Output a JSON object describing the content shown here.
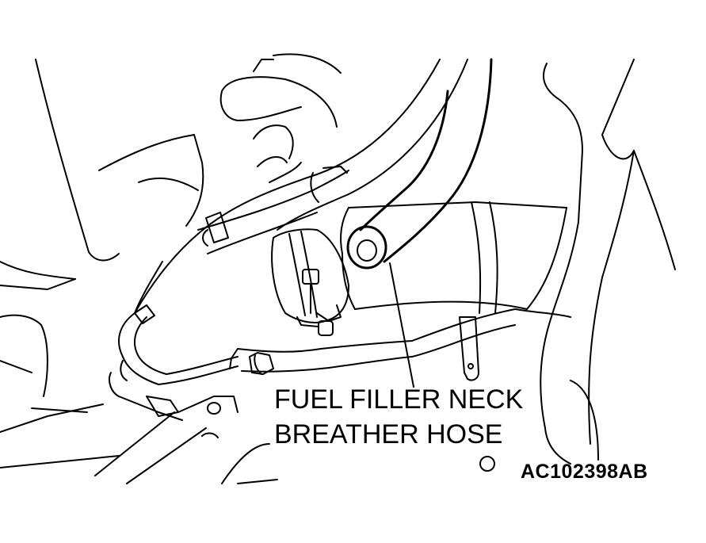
{
  "callout": {
    "line1": "FUEL FILLER NECK",
    "line2": "BREATHER HOSE"
  },
  "figure_id": "AC102398AB",
  "colors": {
    "ink": "#000000",
    "paper": "#ffffff"
  }
}
